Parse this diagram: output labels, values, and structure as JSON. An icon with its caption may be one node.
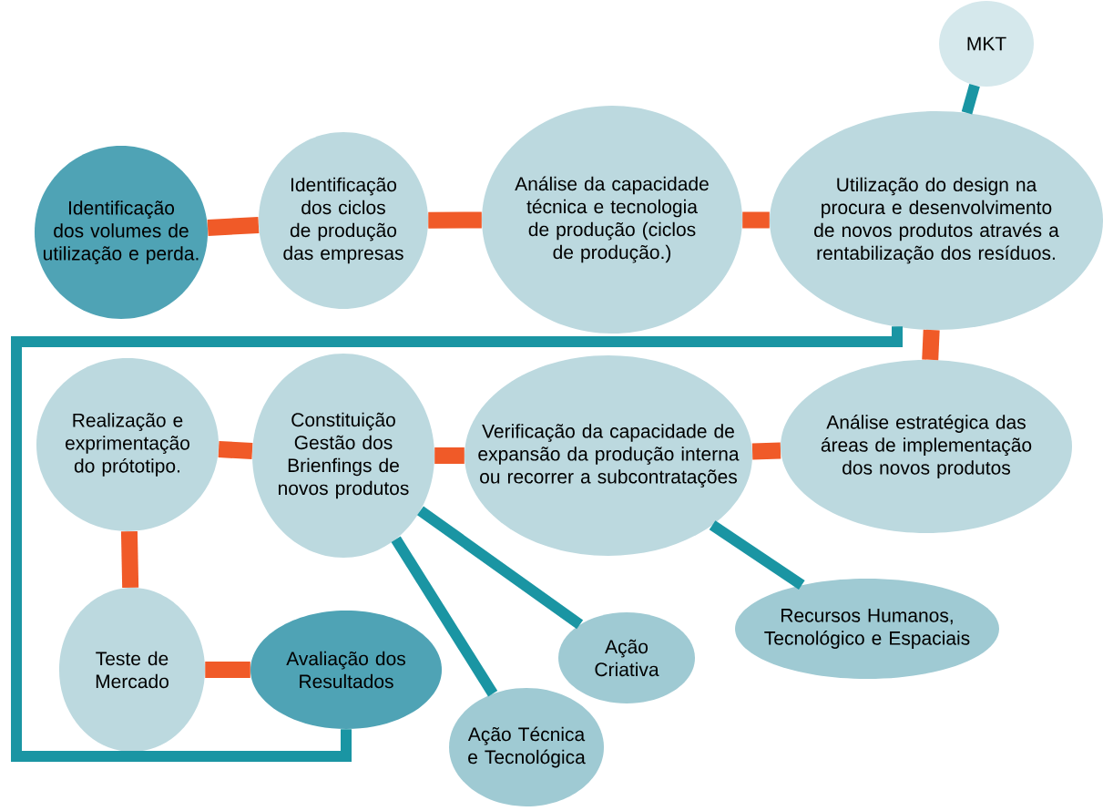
{
  "diagram": {
    "nodes": [
      {
        "text": [
          "Identificação dos volumes de utilização e perda."
        ]
      },
      {
        "text": [
          "Identificação dos ciclos de produção das empresas"
        ]
      },
      {
        "text": [
          "Análise da capacidade técnica e tecnologia de produção (ciclos de produção.)"
        ]
      },
      {
        "text": [
          "Utilização do design na procura e desenvolvimento de novos produtos através a rentabilização dos resíduos."
        ]
      },
      {
        "text": [
          "MKT"
        ]
      },
      {
        "text": [
          "Análise estratégica das áreas de implementação dos novos produtos"
        ]
      },
      {
        "text": [
          "Verificação da capacidade de expansão da produção interna ou recorrer a subcontratações"
        ]
      },
      {
        "text": [
          "Constituição Gestão dos Brienfings de novos produtos"
        ]
      },
      {
        "text": [
          "Realização e exprimentação do prótotipo."
        ]
      },
      {
        "text": [
          "Recursos Humanos, Tecnológico e Espaciais"
        ]
      },
      {
        "text": [
          "Ação Criativa"
        ]
      },
      {
        "text": [
          "Ação Técnica e Tecnológica"
        ]
      },
      {
        "text": [
          "Teste de Mercado"
        ]
      },
      {
        "text": [
          "Avaliação dos Resultados"
        ]
      }
    ],
    "edges": [
      {
        "from": 0,
        "to": 1,
        "arrow": "none"
      },
      {
        "from": 1,
        "to": 2,
        "arrow": "none"
      },
      {
        "from": 2,
        "to": 3,
        "arrow": "none"
      },
      {
        "from": 4,
        "to": 3,
        "arrow": "none",
        "color": "#1a95a3"
      },
      {
        "from": 3,
        "to": 5,
        "arrow": "none"
      },
      {
        "from": 5,
        "to": 6,
        "arrow": "none"
      },
      {
        "from": 6,
        "to": 7,
        "arrow": "none"
      },
      {
        "from": 7,
        "to": 8,
        "arrow": "none"
      },
      {
        "from": 6,
        "to": 9,
        "arrow": "none",
        "color": "#1a95a3"
      },
      {
        "from": 7,
        "to": 10,
        "arrow": "none",
        "color": "#1a95a3"
      },
      {
        "from": 7,
        "to": 11,
        "arrow": "none",
        "color": "#1a95a3"
      },
      {
        "from": 8,
        "to": 12,
        "arrow": "none"
      },
      {
        "from": 12,
        "to": 13,
        "arrow": "none"
      },
      {
        "from": 3,
        "to": 13,
        "arrow": "none",
        "color": "#1a95a3"
      }
    ]
  }
}
